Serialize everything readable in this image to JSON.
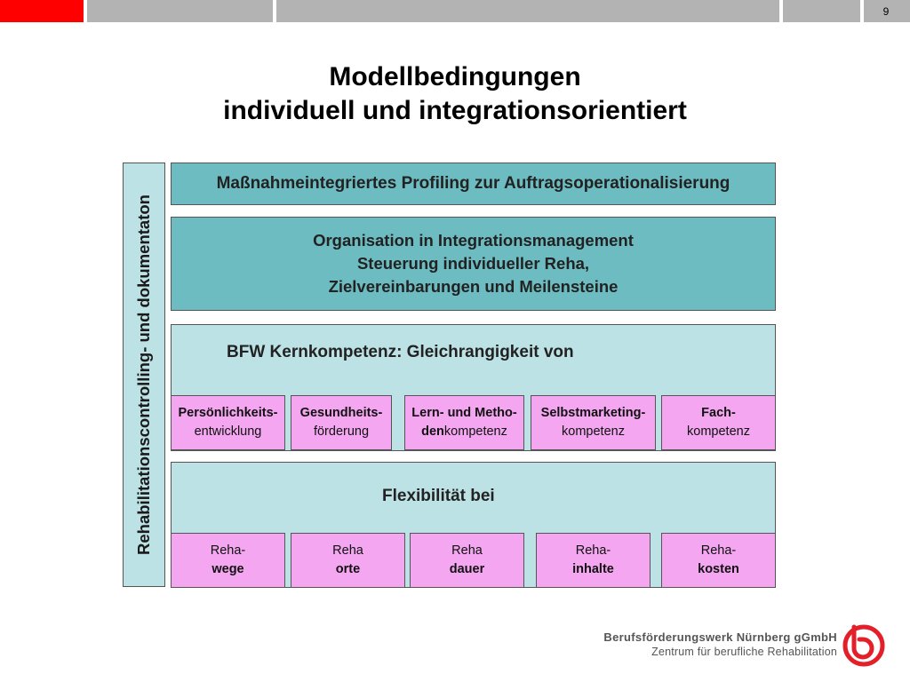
{
  "page_number": "9",
  "title": {
    "line1": "Modellbedingungen",
    "line2": "individuell und integrationsorientiert"
  },
  "sidebar_label": "Rehabilitationscontrolling- und dokumentaton",
  "box_profiling": "Maßnahmeintegriertes Profiling zur Auftragsoperationalisierung",
  "box_organisation": {
    "line1": "Organisation in Integrationsmanagement",
    "line2": "Steuerung individueller Reha,",
    "line3": "Zielvereinbarungen und Meilensteine"
  },
  "kernkompetenz": {
    "heading": "BFW Kernkompetenz: Gleichrangigkeit von",
    "items": [
      {
        "bold": "Persönlichkeits-",
        "normal": "entwicklung"
      },
      {
        "bold": "Gesundheits-",
        "normal": "förderung"
      },
      {
        "bold": "Lern- und Metho-",
        "bold2": "den",
        "normal": "kompetenz"
      },
      {
        "bold": "Selbstmarketing-",
        "normal": "kompetenz"
      },
      {
        "bold": "Fach-",
        "normal": "kompetenz"
      }
    ]
  },
  "flexibilitaet": {
    "heading": "Flexibilität bei",
    "items": [
      {
        "normal": "Reha-",
        "bold": "wege"
      },
      {
        "normal": "Reha",
        "bold": "orte"
      },
      {
        "normal": "Reha",
        "bold": "dauer"
      },
      {
        "normal": "Reha-",
        "bold": "inhalte"
      },
      {
        "normal": "Reha-",
        "bold": "kosten"
      }
    ]
  },
  "logo": {
    "line1": "Berufsförderungswerk Nürnberg gGmbH",
    "line2": "Zentrum für berufliche Rehabilitation"
  },
  "colors": {
    "topbar_red": "#ff0000",
    "topbar_gray": "#b3b3b3",
    "teal": "#6dbcc1",
    "light_teal": "#bde2e6",
    "pink": "#f4a6f0",
    "logo_red": "#e3202a"
  }
}
